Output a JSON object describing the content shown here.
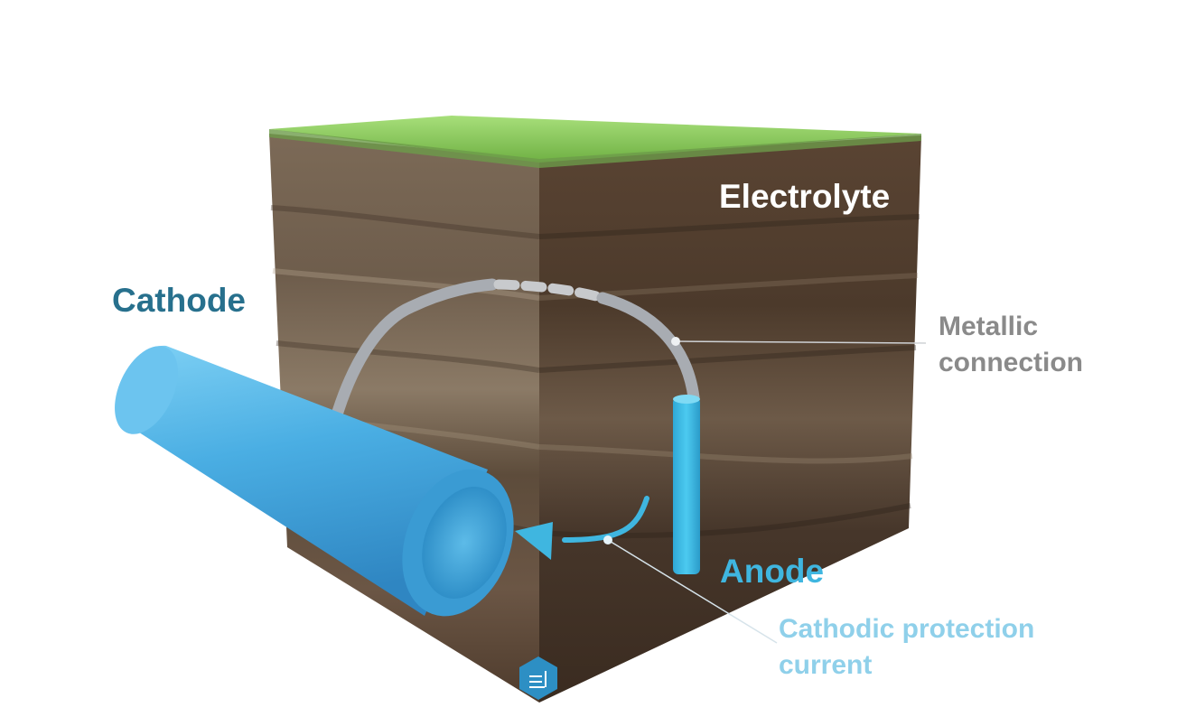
{
  "labels": {
    "electrolyte": "Electrolyte",
    "cathode": "Cathode",
    "metallic_line1": "Metallic",
    "metallic_line2": "connection",
    "anode": "Anode",
    "cpc_line1": "Cathodic protection",
    "cpc_line2": "current"
  },
  "icons": {
    "logo": "hexagon-logo-icon"
  },
  "colors": {
    "cathode_label": "#27708d",
    "anode_label": "#3fb6e0",
    "current_label": "#8fd0ea",
    "metallic_label": "#8a8a8a",
    "pipe": "#4fb0e4",
    "anode_rod": "#3ec3e8",
    "wire": "#a8acb2",
    "grass": "#8fd163",
    "soil": "#6a5440"
  }
}
